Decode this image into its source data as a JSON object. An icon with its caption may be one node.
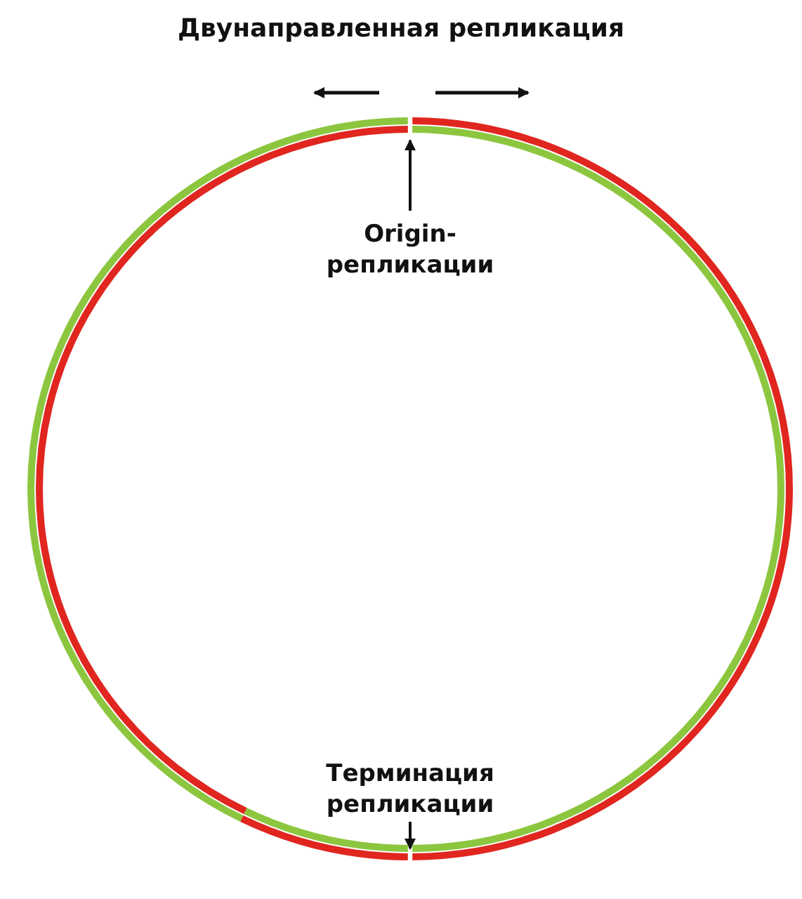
{
  "diagram": {
    "title": "Двунаправленная репликация",
    "nodes": [
      {
        "text": [
          "Origin- репликации"
        ]
      },
      {
        "text": [
          "Терминация репликации"
        ]
      }
    ],
    "edges": [
      {
        "from": 0,
        "to": null,
        "arrow": "to"
      },
      {
        "from": 1,
        "to": null,
        "arrow": "to"
      }
    ]
  }
}
